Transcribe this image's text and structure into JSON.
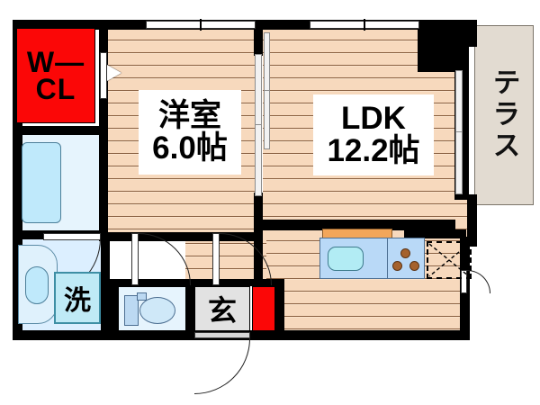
{
  "plan": {
    "type": "japanese-floor-plan",
    "rooms": [
      {
        "id": "wcl",
        "line1": "W—",
        "line2": "CL",
        "label": "W—CL"
      },
      {
        "id": "bedroom",
        "line1": "洋室",
        "line2": "6.0帖",
        "label": "洋室 6.0帖"
      },
      {
        "id": "ldk",
        "line1": "LDK",
        "line2": "12.2帖",
        "label": "LDK 12.2帖"
      },
      {
        "id": "terrace",
        "line1": "テラス",
        "line2": "",
        "label": "テラス"
      },
      {
        "id": "washroom",
        "line1": "洗",
        "line2": "",
        "label": "洗"
      },
      {
        "id": "entrance",
        "line1": "玄",
        "line2": "",
        "label": "玄"
      }
    ],
    "labels": {
      "wcl_line1": "W—",
      "wcl_line2": "CL",
      "bedroom_name": "洋室",
      "bedroom_size": "6.0帖",
      "ldk_name": "LDK",
      "ldk_size": "12.2帖",
      "terrace": "テラス",
      "wash": "洗",
      "genkan": "玄"
    },
    "colors": {
      "wall": "#000000",
      "wood_floor": "#f7d9bd",
      "wood_grain": "#8a6142",
      "closet_red": "#fb0707",
      "shoebox_red": "#fb0707",
      "water_blue": "#bfe9fb",
      "fixture_blue": "#b9d9f7",
      "terrace_beige": "#e2dbd1",
      "counter_orange": "#f2a65a",
      "burner_brown": "#a5622d",
      "entrance_gray": "#e2e2e2",
      "background": "#ffffff"
    },
    "fixtures": [
      {
        "name": "bathtub",
        "room": "bathroom"
      },
      {
        "name": "washbasin-vanity",
        "room": "washroom"
      },
      {
        "name": "washing-machine",
        "room": "washroom"
      },
      {
        "name": "toilet",
        "room": "toilet"
      },
      {
        "name": "kitchen-sink",
        "room": "ldk"
      },
      {
        "name": "gas-stove-3-burner",
        "room": "ldk"
      },
      {
        "name": "refrigerator-space",
        "room": "ldk"
      },
      {
        "name": "shoe-cabinet",
        "room": "entrance"
      }
    ],
    "openings": [
      {
        "name": "entrance-door",
        "type": "hinged"
      },
      {
        "name": "bedroom-sliding-door",
        "type": "sliding"
      },
      {
        "name": "wcl-folding-door",
        "type": "folding"
      },
      {
        "name": "bathroom-door",
        "type": "hinged"
      },
      {
        "name": "ldk-hall-door",
        "type": "hinged"
      },
      {
        "name": "ldk-terrace-door",
        "type": "sliding"
      },
      {
        "name": "ldk-side-door",
        "type": "hinged"
      },
      {
        "name": "bedroom-window",
        "type": "window"
      },
      {
        "name": "ldk-window",
        "type": "window"
      }
    ]
  }
}
